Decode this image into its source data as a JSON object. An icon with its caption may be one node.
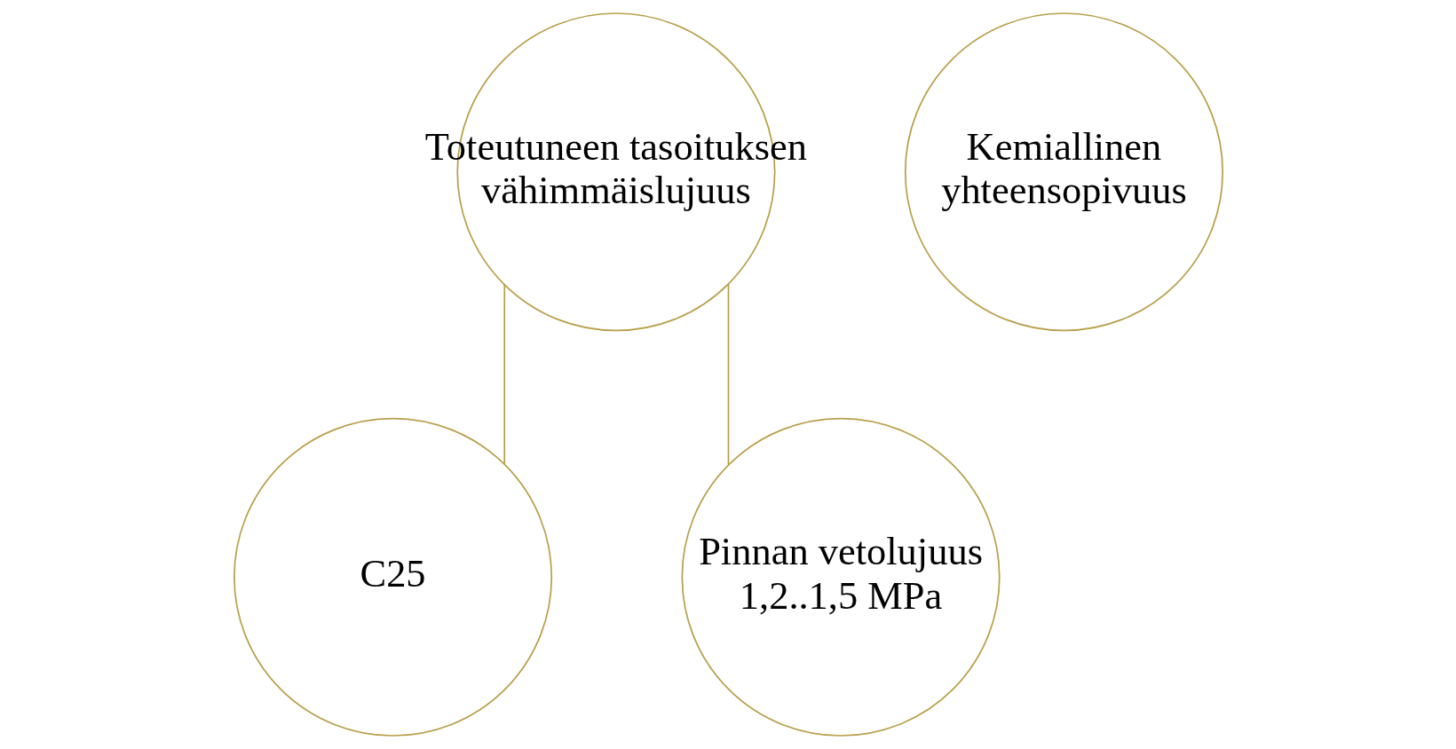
{
  "diagram": {
    "nodes": [
      {
        "text": [
          "Toteutuneen tasoituksen vähimmäislujuus"
        ]
      },
      {
        "text": [
          "C25"
        ]
      },
      {
        "text": [
          "Pinnan vetolujuus 1,2..1,5 MPa"
        ]
      },
      {
        "text": [
          "Kemiallinen yhteensopivuus"
        ]
      }
    ],
    "edges": [
      {
        "from": 0,
        "to": 1,
        "arrow": "none"
      },
      {
        "from": 0,
        "to": 2,
        "arrow": "none"
      }
    ]
  }
}
